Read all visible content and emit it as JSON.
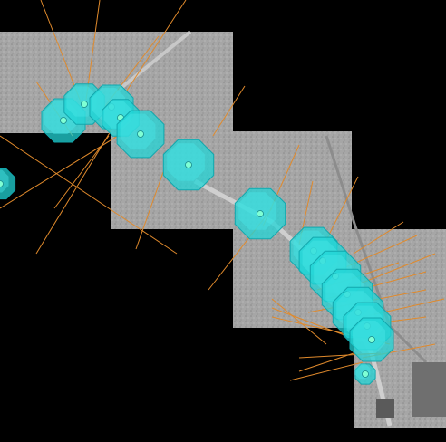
{
  "scene": {
    "background_color": "#000000",
    "imagery_tone": "#a9a9a9",
    "marker_color": "#22d4d6",
    "marker_core_color": "#7fffd4",
    "ray_color": "#e08a2c"
  },
  "imagery_tiles": [
    {
      "name": "aerial-tile-1"
    },
    {
      "name": "aerial-tile-2"
    },
    {
      "name": "aerial-tile-3"
    },
    {
      "name": "aerial-tile-4"
    },
    {
      "name": "aerial-tile-5"
    }
  ],
  "markers": [
    {
      "name": "camera-marker-1"
    },
    {
      "name": "camera-marker-2"
    },
    {
      "name": "camera-marker-3"
    },
    {
      "name": "camera-marker-4"
    },
    {
      "name": "camera-marker-5"
    },
    {
      "name": "camera-marker-6"
    },
    {
      "name": "camera-marker-7"
    },
    {
      "name": "camera-marker-8"
    },
    {
      "name": "camera-marker-9"
    },
    {
      "name": "camera-marker-10"
    },
    {
      "name": "camera-marker-11"
    },
    {
      "name": "camera-marker-12"
    },
    {
      "name": "camera-marker-13"
    },
    {
      "name": "camera-marker-14"
    },
    {
      "name": "camera-marker-15"
    },
    {
      "name": "camera-marker-16"
    }
  ]
}
